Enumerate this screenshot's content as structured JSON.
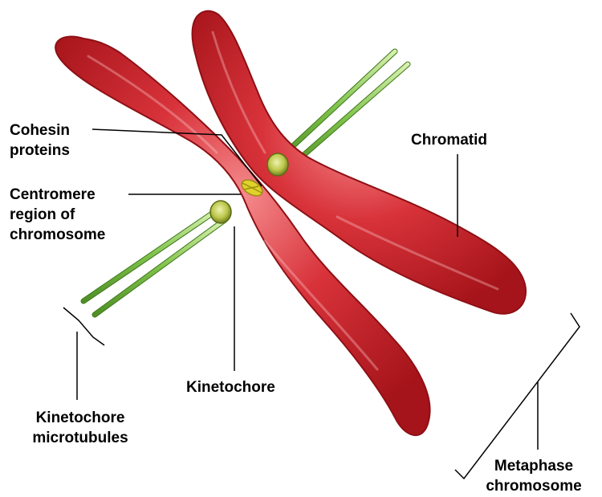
{
  "labels": {
    "cohesin": [
      "Cohesin",
      "proteins"
    ],
    "centromere": [
      "Centromere",
      "region of",
      "chromosome"
    ],
    "chromatid": "Chromatid",
    "kinetochore": "Kinetochore",
    "kinetochore_microtubules": [
      "Kinetochore",
      "microtubules"
    ],
    "metaphase_chromosome": [
      "Metaphase",
      "chromosome"
    ]
  },
  "colors": {
    "chromatid_dark": "#a5141a",
    "chromatid_mid": "#d8323a",
    "chromatid_light": "#f48a8c",
    "microtubule": "#7fc24a",
    "kinetochore": "#bcc74a",
    "cohesin": "#e0d22a",
    "leader_line": "#000000"
  }
}
